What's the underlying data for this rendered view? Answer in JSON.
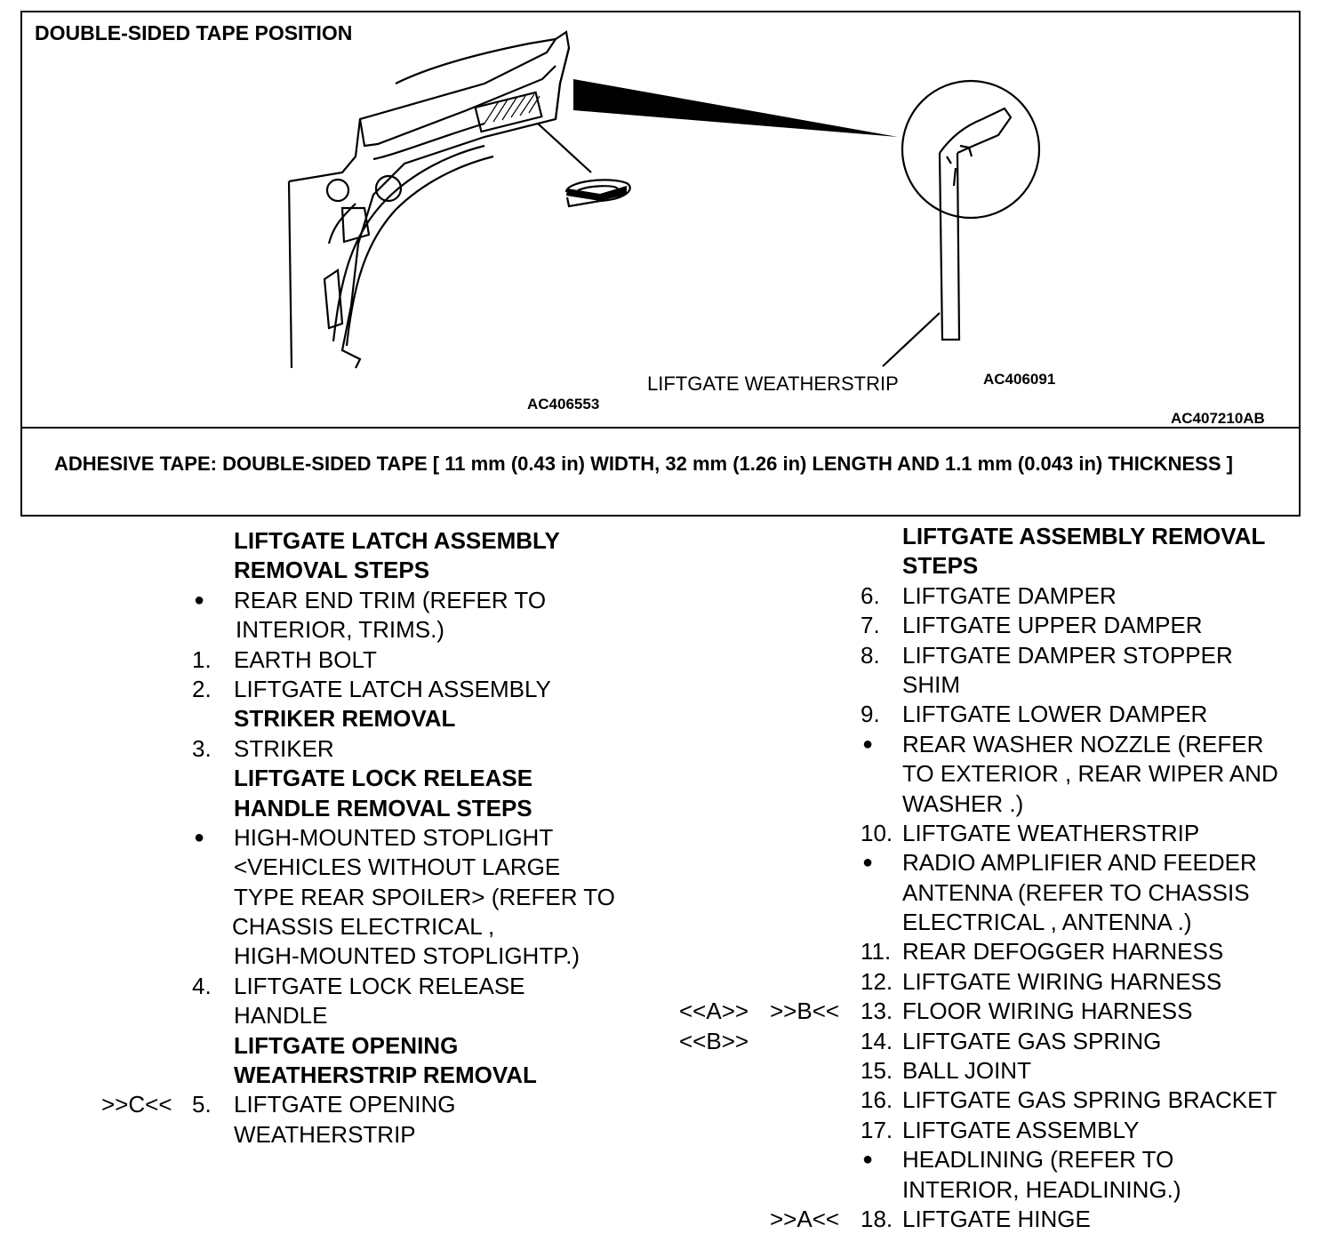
{
  "figure": {
    "title": "DOUBLE-SIDED TAPE POSITION",
    "code_left": "AC406553",
    "code_right": "AC406091",
    "code_main": "AC407210AB",
    "callout": "LIFTGATE WEATHERSTRIP"
  },
  "note": "ADHESIVE TAPE: DOUBLE-SIDED TAPE [ 11 mm (0.43 in) WIDTH, 32 mm (1.26 in) LENGTH AND 1.1 mm (0.043 in) THICKNESS ]",
  "left_column": {
    "heading1": [
      "LIFTGATE LATCH ASSEMBLY",
      "REMOVAL STEPS"
    ],
    "bullet1": [
      "REAR END TRIM (REFER TO",
      "INTERIOR, TRIMS.)"
    ],
    "item1": {
      "num": "1.",
      "text": "EARTH BOLT"
    },
    "item2": {
      "num": "2.",
      "text": "LIFTGATE LATCH ASSEMBLY"
    },
    "heading2": "STRIKER REMOVAL",
    "item3": {
      "num": "3.",
      "text": "STRIKER"
    },
    "heading3": [
      "LIFTGATE LOCK RELEASE",
      "HANDLE REMOVAL STEPS"
    ],
    "bullet2": [
      "HIGH-MOUNTED STOPLIGHT",
      "<VEHICLES WITHOUT LARGE",
      "TYPE REAR SPOILER> (REFER TO",
      "CHASSIS ELECTRICAL ,",
      "HIGH-MOUNTED STOPLIGHTP.)"
    ],
    "item4": {
      "num": "4.",
      "text": [
        "LIFTGATE LOCK RELEASE",
        "HANDLE"
      ]
    },
    "heading4": [
      "LIFTGATE OPENING",
      "WEATHERSTRIP REMOVAL"
    ],
    "item5": {
      "ref": ">>C<<",
      "num": "5.",
      "text": [
        "LIFTGATE OPENING",
        "WEATHERSTRIP"
      ]
    }
  },
  "right_column": {
    "heading": [
      "LIFTGATE ASSEMBLY REMOVAL",
      "STEPS"
    ],
    "item6": {
      "num": "6.",
      "text": "LIFTGATE DAMPER"
    },
    "item7": {
      "num": "7.",
      "text": "LIFTGATE UPPER DAMPER"
    },
    "item8": {
      "num": "8.",
      "text": [
        "LIFTGATE DAMPER STOPPER",
        "SHIM"
      ]
    },
    "item9": {
      "num": "9.",
      "text": "LIFTGATE LOWER DAMPER"
    },
    "bullet1": [
      "REAR WASHER NOZZLE (REFER",
      "TO EXTERIOR , REAR WIPER AND",
      "WASHER .)"
    ],
    "item10": {
      "num": "10.",
      "text": "LIFTGATE WEATHERSTRIP"
    },
    "bullet2": [
      "RADIO AMPLIFIER AND FEEDER",
      "ANTENNA (REFER TO  CHASSIS",
      "ELECTRICAL , ANTENNA .)"
    ],
    "item11": {
      "num": "11.",
      "text": "REAR DEFOGGER HARNESS"
    },
    "item12": {
      "num": "12.",
      "text": "LIFTGATE WIRING HARNESS"
    },
    "item13": {
      "ref_a": "<<A>>",
      "ref_b": ">>B<<",
      "num": "13.",
      "text": "FLOOR WIRING HARNESS"
    },
    "item14": {
      "ref_a": "<<B>>",
      "num": "14.",
      "text": "LIFTGATE GAS SPRING"
    },
    "item15": {
      "num": "15.",
      "text": "BALL JOINT"
    },
    "item16": {
      "num": "16.",
      "text": "LIFTGATE GAS SPRING BRACKET"
    },
    "item17": {
      "num": "17.",
      "text": "LIFTGATE ASSEMBLY"
    },
    "bullet3": [
      "HEADLINING (REFER TO",
      "INTERIOR, HEADLINING.)"
    ],
    "item18": {
      "ref_b": ">>A<<",
      "num": "18.",
      "text": "LIFTGATE HINGE"
    }
  }
}
